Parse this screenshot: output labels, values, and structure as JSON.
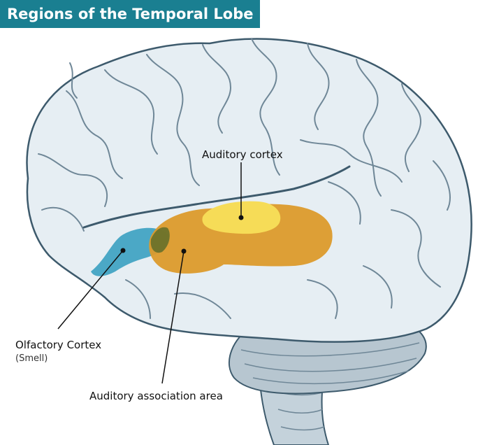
{
  "title": "Regions of the Temporal Lobe",
  "labels": {
    "auditory_cortex": "Auditory cortex",
    "olfactory_cortex": "Olfactory Cortex",
    "olfactory_subtitle": "(Smell)",
    "auditory_association": "Auditory association area"
  },
  "colors": {
    "banner": "#1a7f91",
    "brain_fill": "#e6eef3",
    "brain_outline": "#3d5a6c",
    "auditory_cortex": "#f6dc57",
    "auditory_association": "#dc9a2b",
    "olfactory": "#2f9bbd",
    "cerebellum": "#b7c6d0"
  }
}
